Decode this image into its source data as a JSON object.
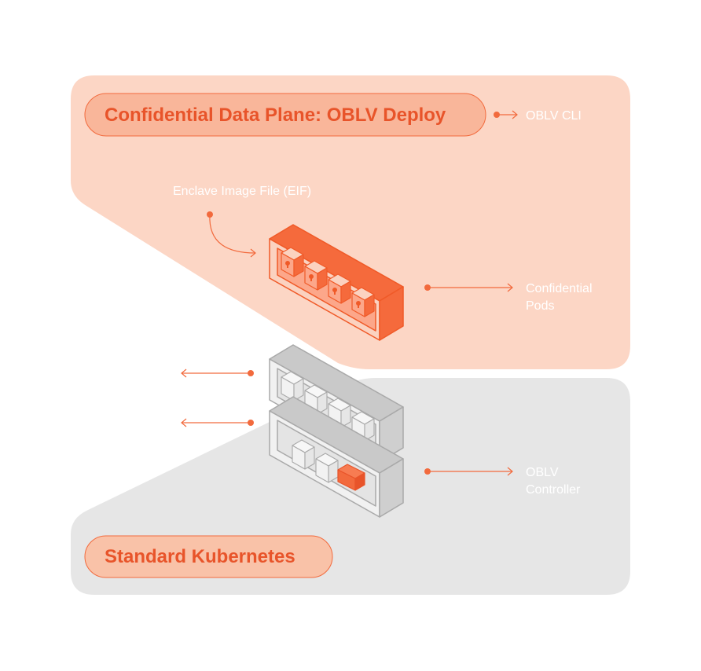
{
  "colors": {
    "accent": "#f26a3d",
    "accent_dark": "#e8542a",
    "confidential_region": "#fcd6c5",
    "confidential_pill": "#f9b69a",
    "k8s_region": "#e6e6e6",
    "k8s_pill": "#f9c2a8",
    "callout_text": "#ffffff",
    "gray_stroke": "#aaaaaa"
  },
  "confidential_plane": {
    "title": "Confidential Data Plane: OBLV Deploy",
    "cli_label": "OBLV CLI",
    "eif_label": "Enclave Image File (EIF)",
    "pods_label": [
      "Confidential",
      "Pods"
    ]
  },
  "standard_k8s": {
    "title": "Standard Kubernetes",
    "controller_label": [
      "OBLV",
      "Controller"
    ]
  }
}
